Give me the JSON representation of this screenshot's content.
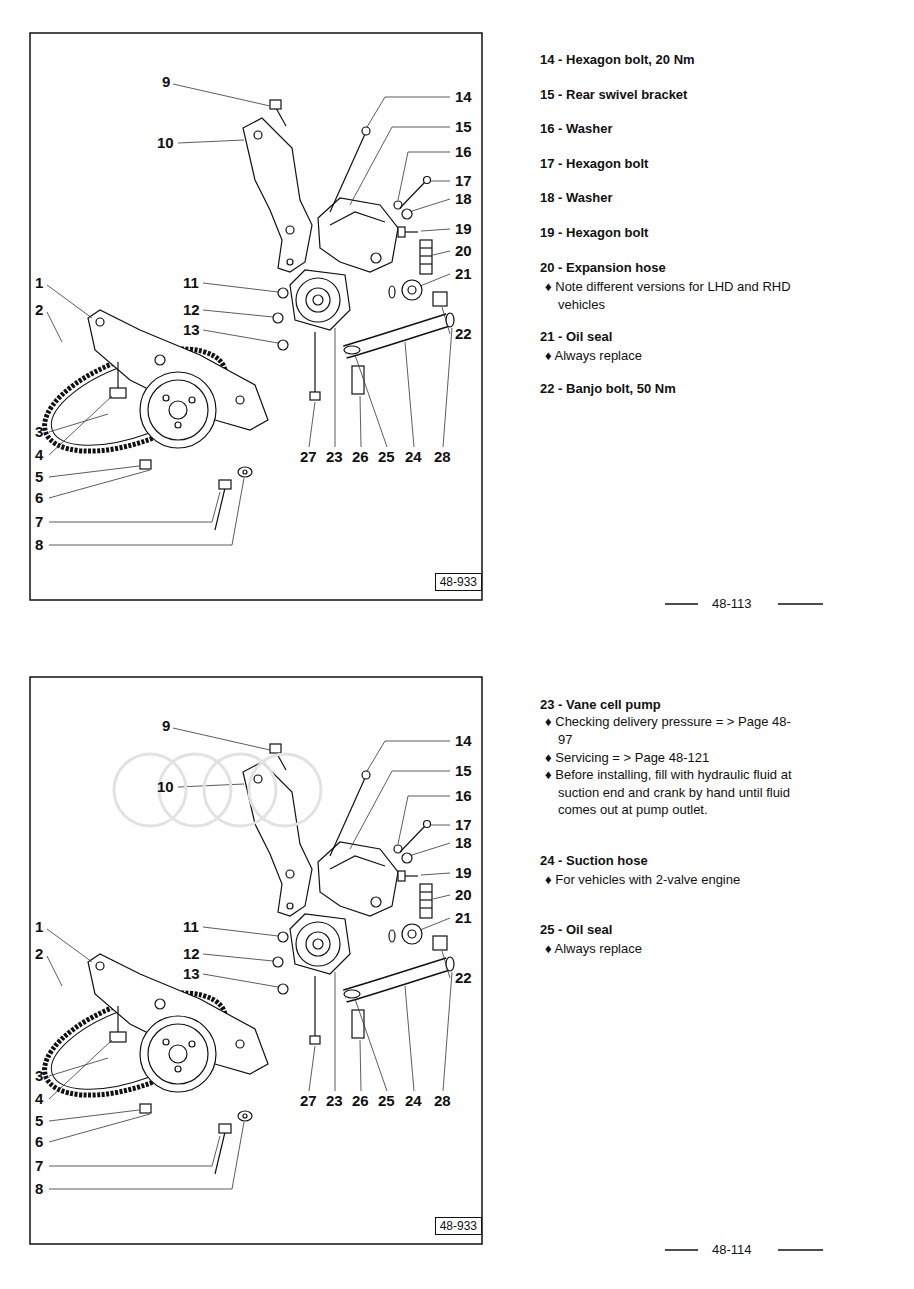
{
  "diagram": {
    "nodes": [
      {
        "text": [
          "48-933"
        ]
      },
      {
        "text": [
          "48-933"
        ]
      }
    ],
    "edges": [],
    "labels": [
      "9",
      "10",
      "14",
      "15",
      "16",
      "17",
      "18",
      "19",
      "20",
      "21",
      "11",
      "12",
      "13",
      "22",
      "1",
      "2",
      "3",
      "4",
      "5",
      "6",
      "7",
      "8",
      "27",
      "23",
      "26",
      "25",
      "24",
      "28",
      "14 - Hexagon bolt, 20 Nm",
      "15 - Rear swivel bracket",
      "16 - Washer",
      "17 - Hexagon bolt",
      "18 - Washer",
      "19 - Hexagon bolt",
      "20 - Expansion hose",
      "♦ Note different versions for LHD and RHD vehicles",
      "21 - Oil seal",
      "♦ Always replace",
      "22 - Banjo bolt, 50 Nm",
      "48-113",
      "9",
      "10",
      "14",
      "15",
      "16",
      "17",
      "18",
      "19",
      "20",
      "21",
      "11",
      "12",
      "13",
      "22",
      "1",
      "2",
      "3",
      "4",
      "5",
      "6",
      "7",
      "8",
      "27",
      "23",
      "26",
      "25",
      "24",
      "28",
      "23 - Vane cell pump",
      "♦ Checking delivery pressure = > Page 48-97",
      "♦ Servicing = > Page 48-121",
      "♦ Before installing, fill with hydraulic fluid at suction end and crank by hand until fluid comes out at pump outlet.",
      "24 - Suction hose",
      "♦ For vehicles with 2-valve engine",
      "25 - Oil seal",
      "♦ Always replace",
      "48-114"
    ]
  }
}
